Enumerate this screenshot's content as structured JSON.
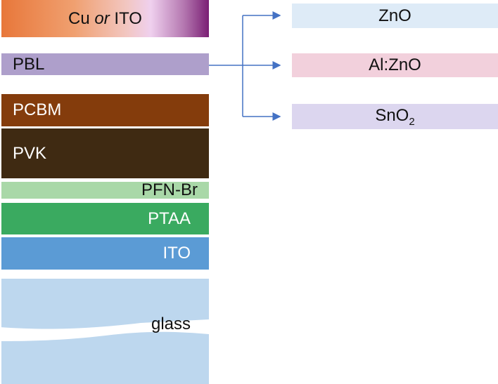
{
  "stack_layers": [
    {
      "label": "Cu or ITO",
      "label_parts": [
        "Cu ",
        "or",
        " ITO"
      ],
      "color": "#e8773a"
    },
    {
      "label": "PBL",
      "color": "#ae9fcb"
    },
    {
      "label": "PCBM",
      "color": "#843c0c"
    },
    {
      "label": "PVK",
      "color": "#3f2a12"
    },
    {
      "label": "PFN-Br",
      "color": "#a9d8a8"
    },
    {
      "label": "PTAA",
      "color": "#3aaa60"
    },
    {
      "label": "ITO",
      "color": "#5b9bd5"
    },
    {
      "label": "glass",
      "color": "#bdd7ee"
    }
  ],
  "pbl_options": [
    {
      "label": "ZnO",
      "color": "#deebf7"
    },
    {
      "label": "Al:ZnO",
      "color": "#f2d0dc"
    },
    {
      "label": "SnO",
      "subscript": "2",
      "color": "#dcd6ef"
    }
  ],
  "arrow_color": "#4472c4"
}
